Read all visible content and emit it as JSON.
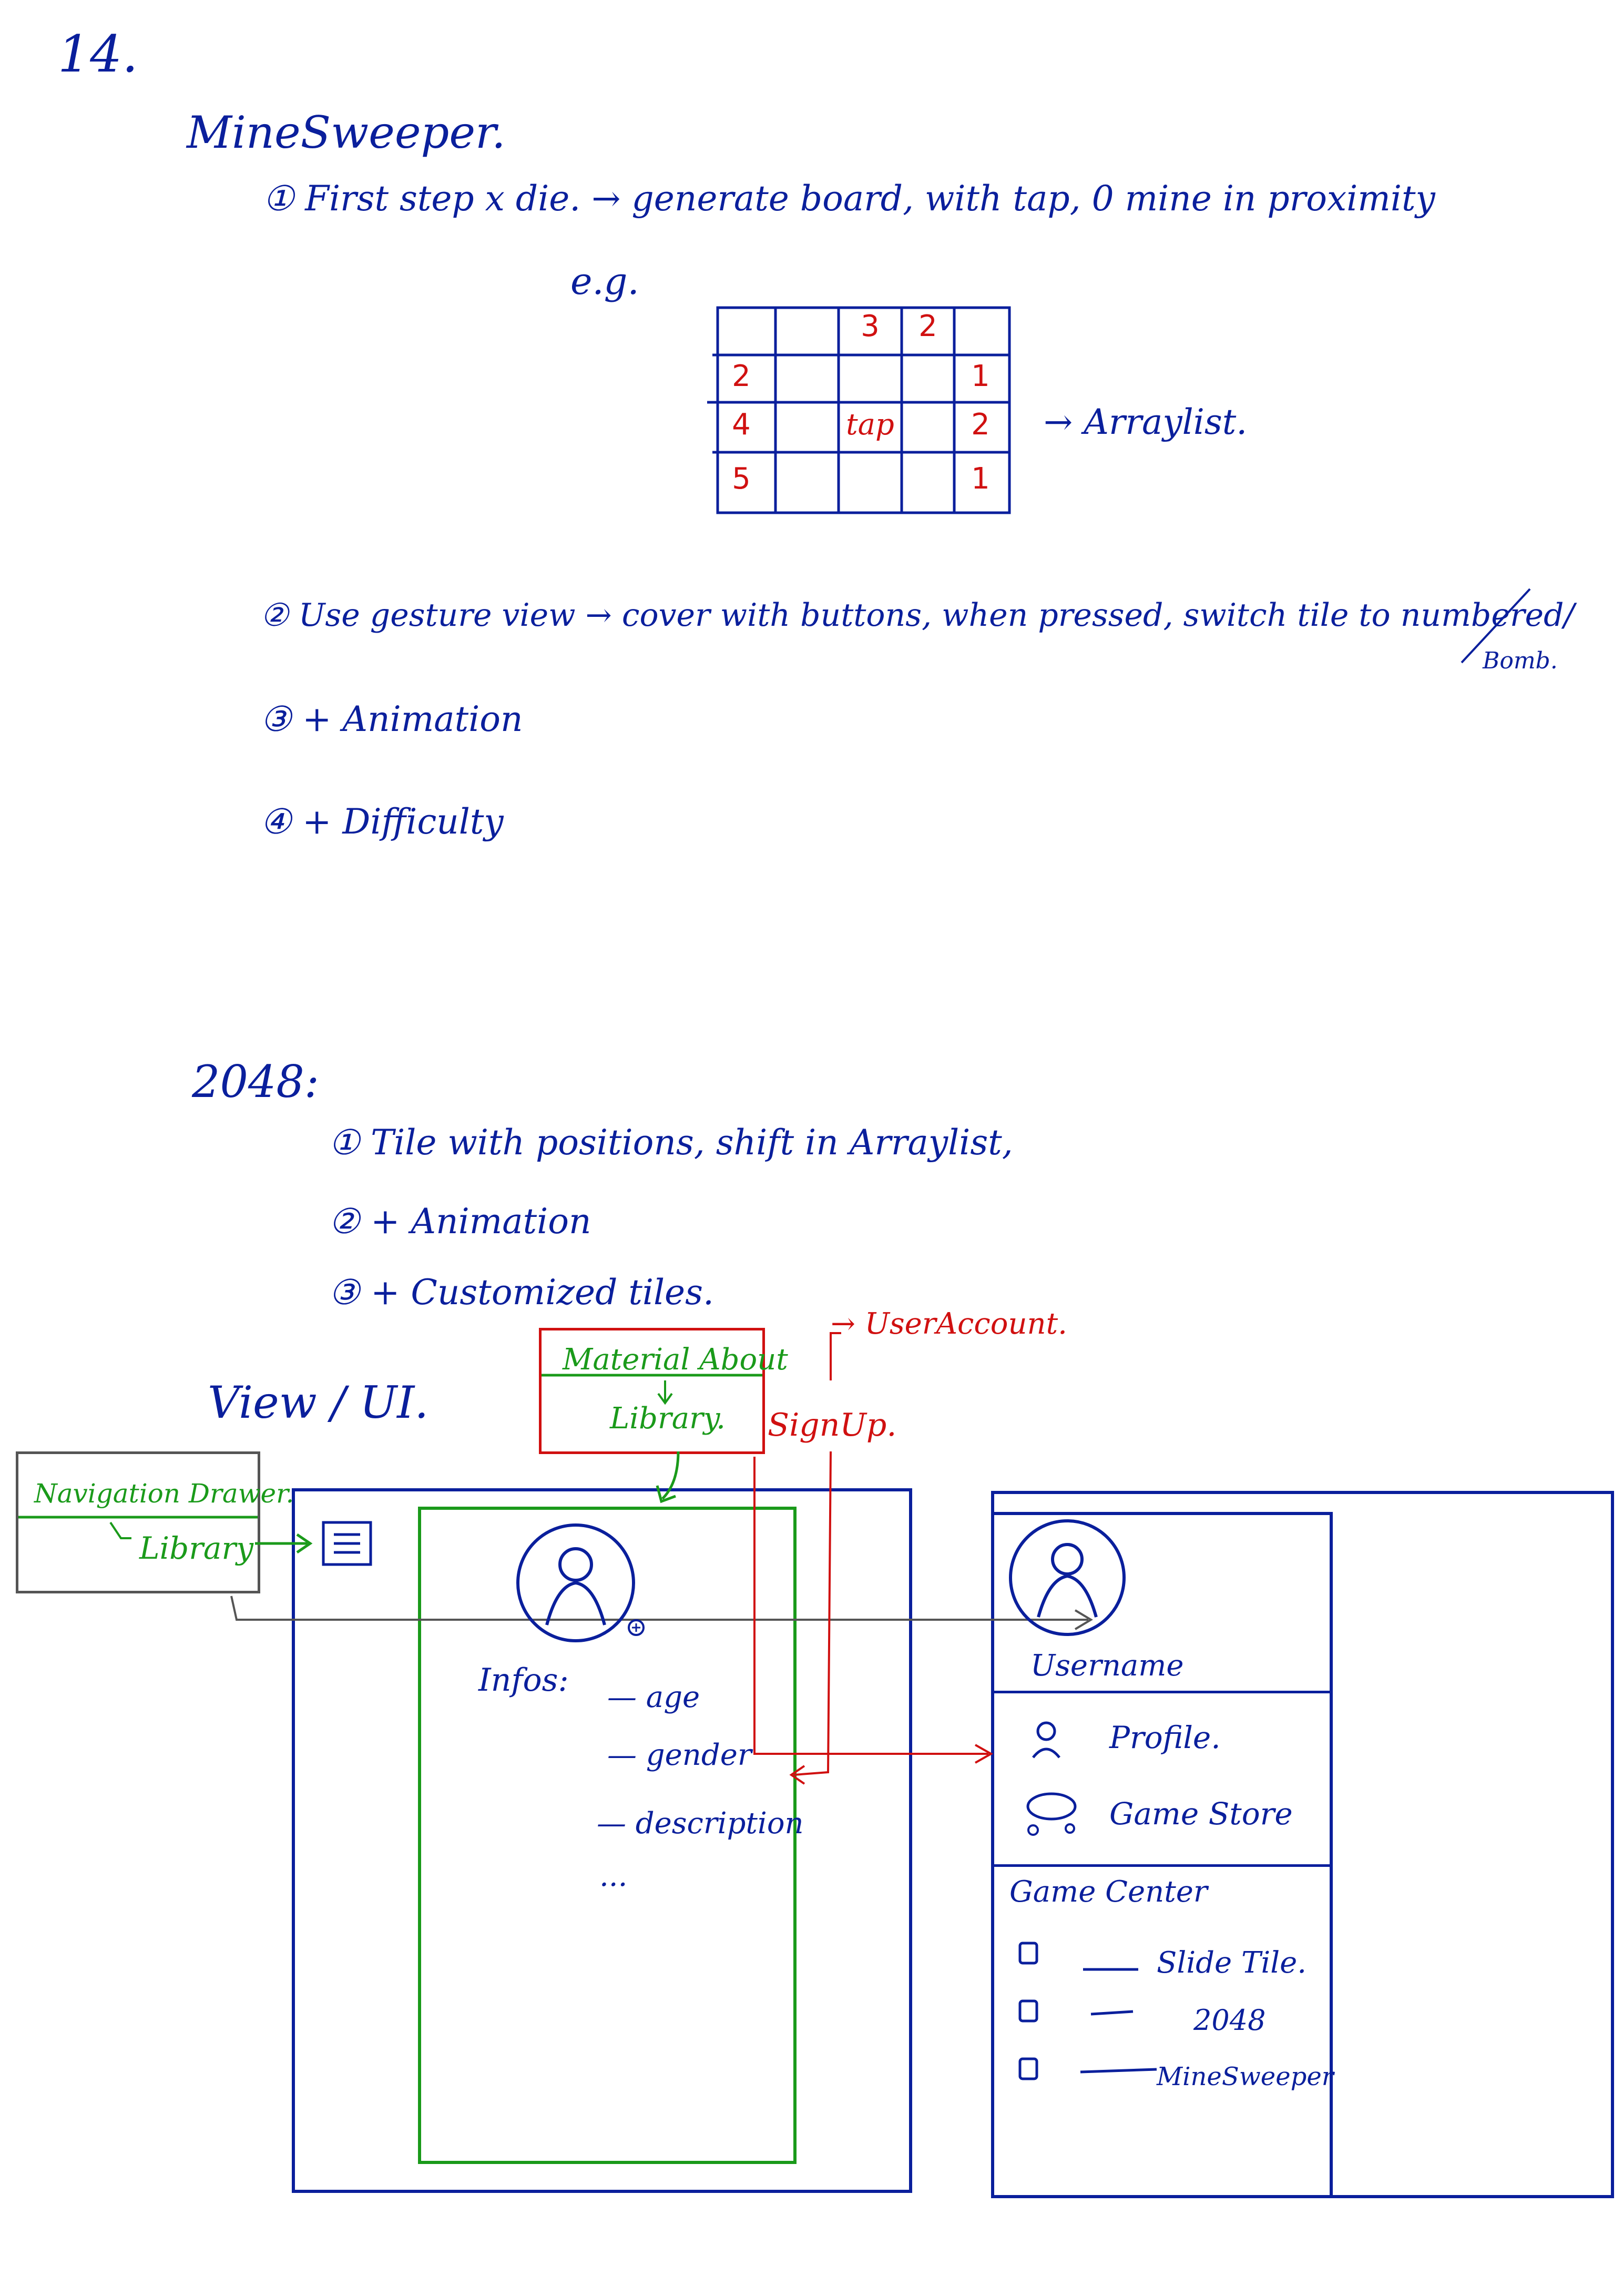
{
  "page_number": "14.",
  "minesweeper": {
    "title": "MineSweeper.",
    "step1": "① First step x die. → generate board, with tap, 0 mine in proximity",
    "eg": "e.g.",
    "grid": {
      "cells": [
        [
          "",
          "",
          "3",
          "2",
          ""
        ],
        [
          "2",
          "",
          "",
          "",
          "1"
        ],
        [
          "4",
          "",
          "tap",
          "",
          "2"
        ],
        [
          "5",
          "",
          "",
          "",
          "1"
        ]
      ]
    },
    "arraylist": "→ Arraylist.",
    "step2_main": "② Use gesture view → cover with buttons, when pressed, switch tile to numbered/",
    "step2_tail": "Bomb.",
    "step3": "③ + Animation",
    "step4": "④ + Difficulty"
  },
  "game2048": {
    "title": "2048:",
    "step1": "① Tile with positions, shift in Arraylist,",
    "step2": "② + Animation",
    "step3": "③ + Customized tiles."
  },
  "view_ui": {
    "title": "View / UI.",
    "nav_drawer_label": "Navigation Drawer.",
    "nav_drawer_library": "Library",
    "material_about": "Material About",
    "material_library": "Library.",
    "signup": "SignUp.",
    "user_account": "→ UserAccount.",
    "infos_label": "Infos:",
    "info_items": [
      "— age",
      "— gender",
      "— description",
      "..."
    ],
    "drawer": {
      "username": "Username",
      "profile": "Profile.",
      "game_store": "Game Store",
      "game_center": "Game Center",
      "games": [
        "Slide Tile.",
        "2048",
        "MineSweeper"
      ]
    }
  },
  "icons": {
    "menu": "hamburger-menu-icon",
    "avatar": "user-avatar-icon",
    "add": "plus-circle-icon",
    "profile": "person-icon",
    "game_store": "speech-bubble-icon",
    "checkbox": "checkbox-icon"
  },
  "colors": {
    "ink_blue": "#0a1f9c",
    "ink_red": "#d01010",
    "ink_green": "#1a9a1a",
    "ink_gray": "#555555"
  }
}
